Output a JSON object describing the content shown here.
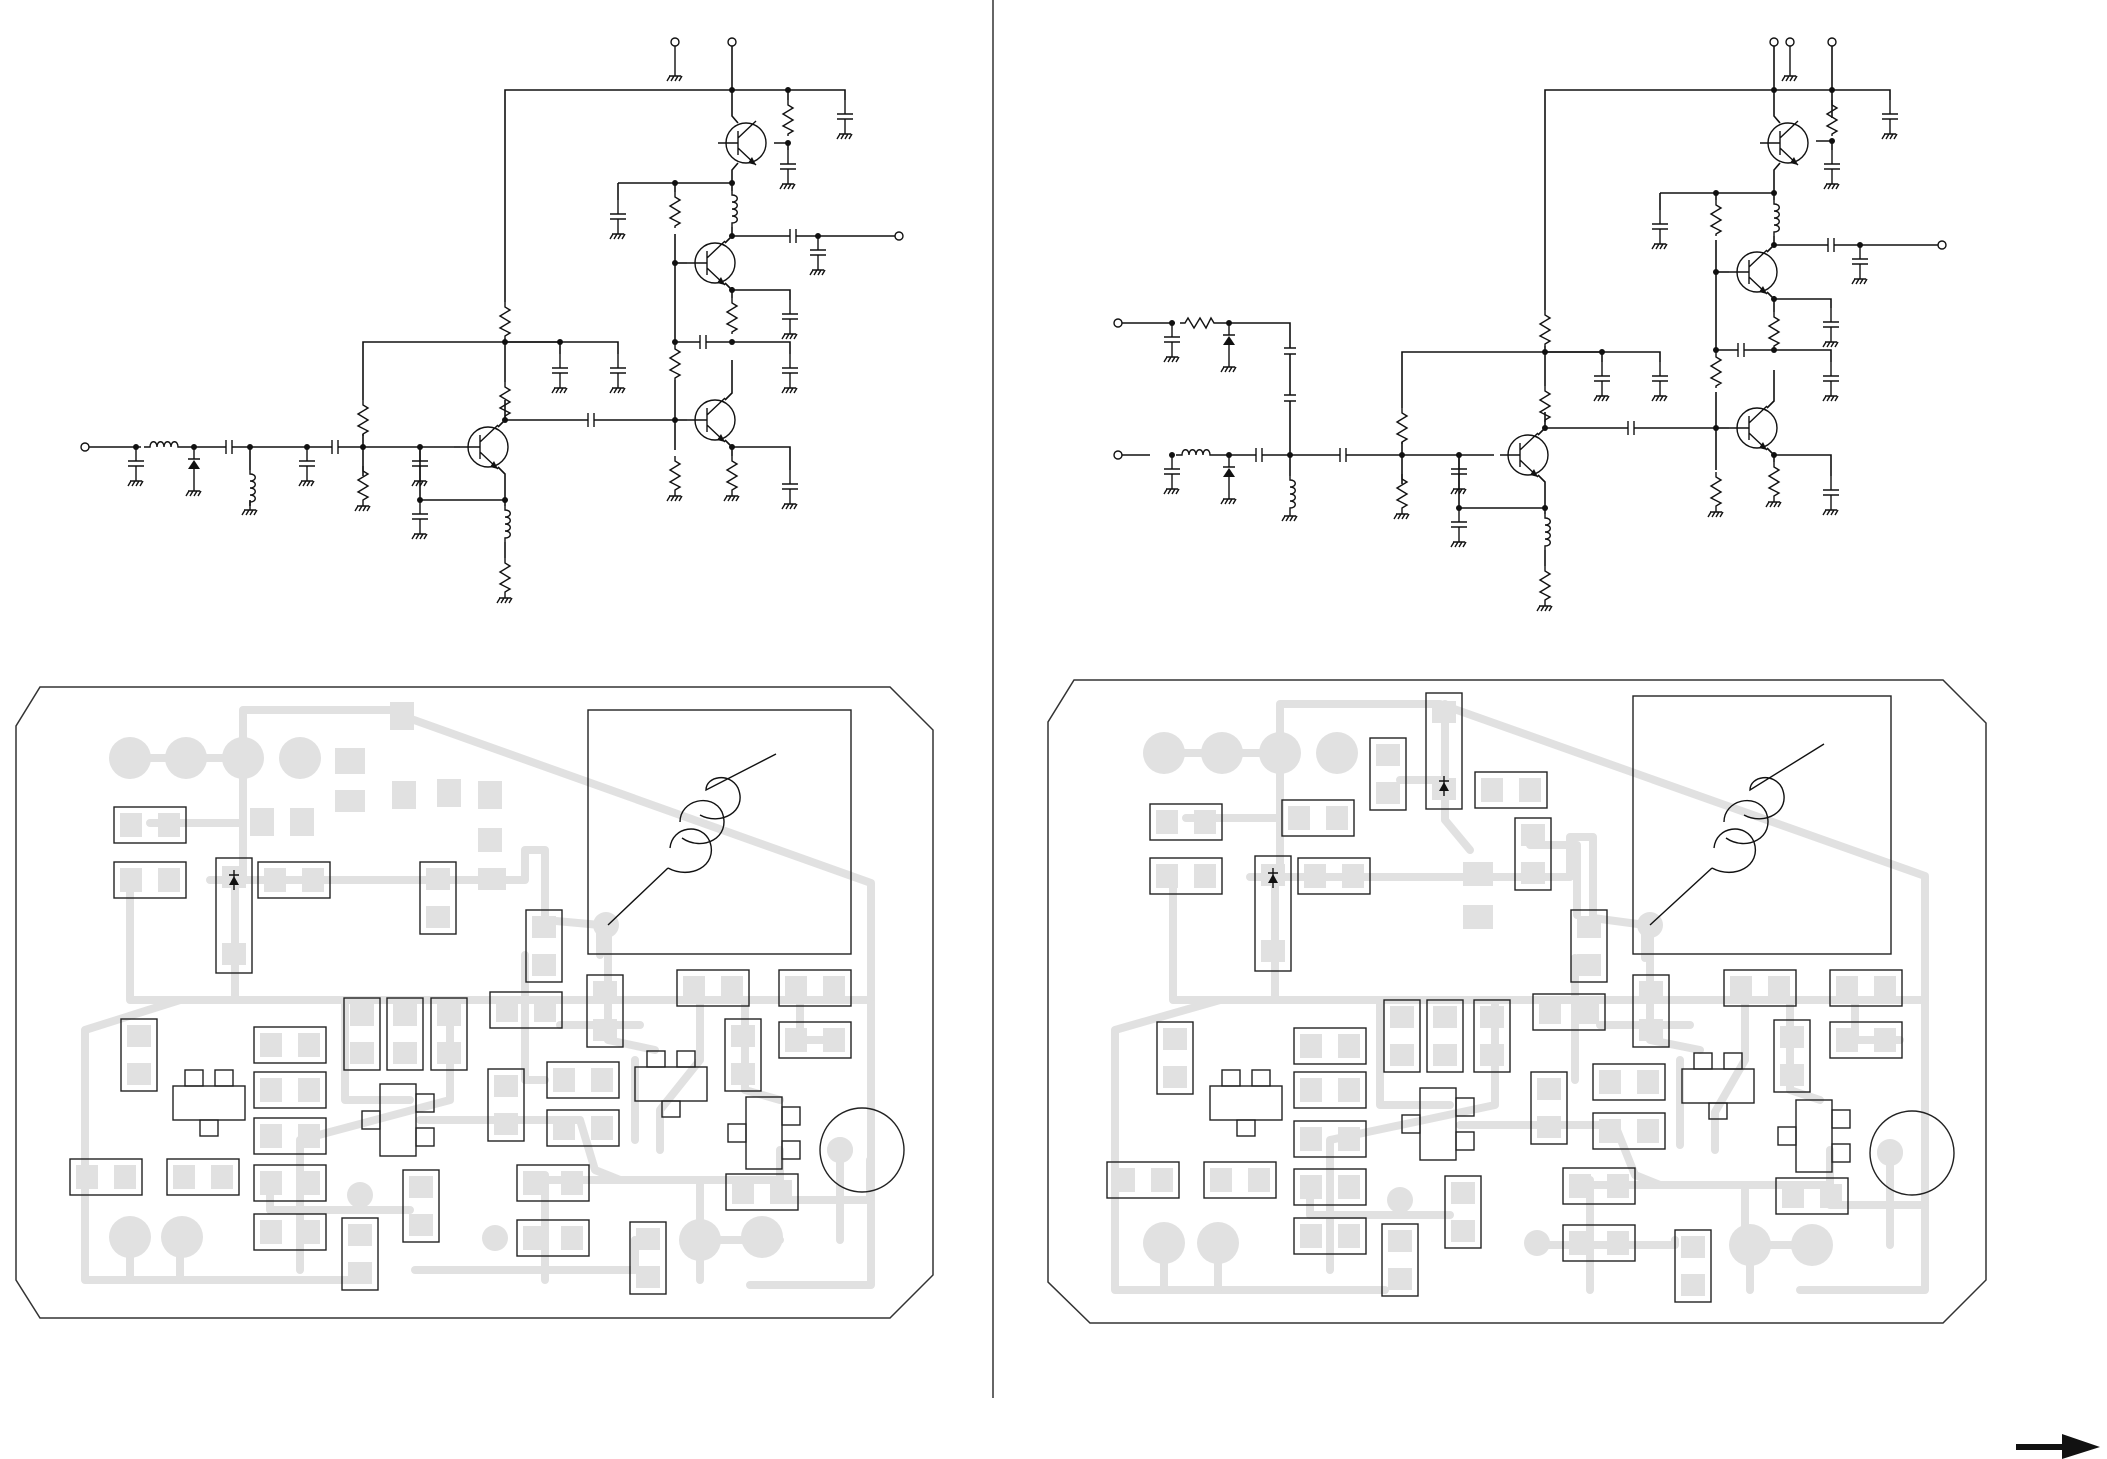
{
  "figure": {
    "panels": [
      "left",
      "right"
    ],
    "colors": {
      "line": "#111111",
      "trace": "#e1e1e1",
      "background": "#ffffff"
    },
    "icons": [
      "npn-transistor-symbol",
      "diode-symbol",
      "coil-antenna-icon",
      "arrow-right-icon"
    ]
  }
}
